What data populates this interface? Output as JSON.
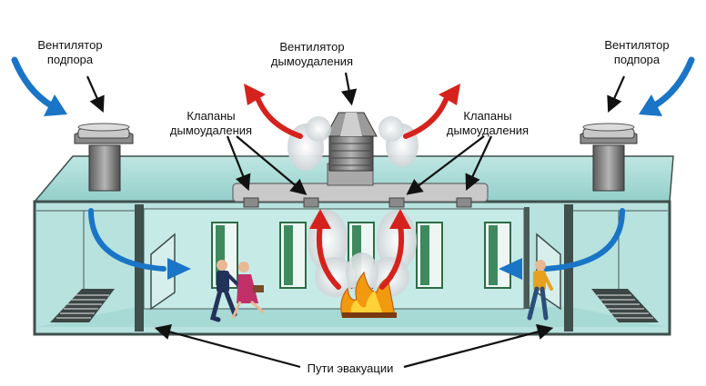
{
  "labels": {
    "supply_fan_left": [
      "Вентилятор",
      "подпора"
    ],
    "supply_fan_right": [
      "Вентилятор",
      "подпора"
    ],
    "smoke_exhaust_fan": [
      "Вентилятор",
      "дымоудаления"
    ],
    "smoke_valves_left": [
      "Клапаны",
      "дымоудаления"
    ],
    "smoke_valves_right": [
      "Клапаны",
      "дымоудаления"
    ],
    "evacuation_routes": "Пути эвакуации"
  },
  "colors": {
    "wall_fill": "#a8dcd8",
    "wall_stroke": "#3f4f4c",
    "supply_arrow": "#1a75c7",
    "smoke_arrow": "#d6221c",
    "fire": "#f29a0f",
    "duct": "#c9c9c9",
    "floor": "#9fd6d2"
  },
  "icons": [
    "supply-fan-icon",
    "smoke-exhaust-fan-icon",
    "fire-icon",
    "person-running-icon",
    "door-icon",
    "smoke-cloud-icon"
  ]
}
